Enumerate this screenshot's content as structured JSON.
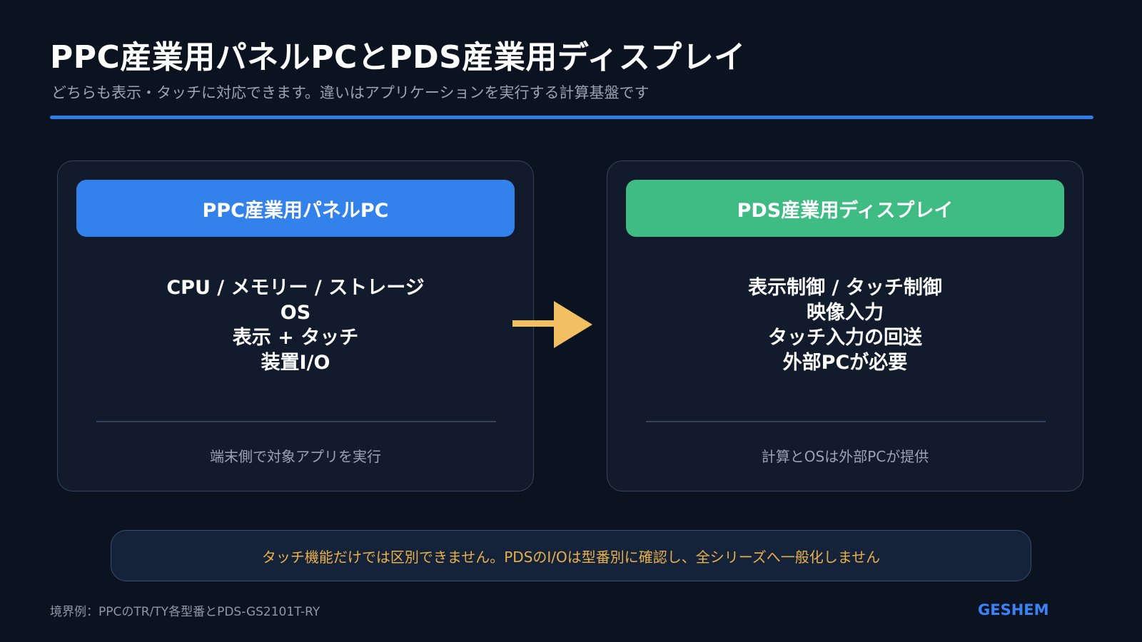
{
  "header": {
    "title": "PPC産業用パネルPCとPDS産業用ディスプレイ",
    "subtitle": "どちらも表示・タッチに対応できます。違いはアプリケーションを実行する計算基盤です"
  },
  "panels": [
    {
      "title": "PPC産業用パネルPC",
      "accent": "#3381ea",
      "features": [
        "CPU / メモリー / ストレージ",
        "OS",
        "表示 + タッチ",
        "装置I/O"
      ],
      "note": "端末側で対象アプリを実行"
    },
    {
      "title": "PDS産業用ディスプレイ",
      "accent": "#3ebc84",
      "features": [
        "表示制御 / タッチ制御",
        "映像入力",
        "タッチ入力の回送",
        "外部PCが必要"
      ],
      "note": "計算とOSは外部PCが提供"
    }
  ],
  "arrow": {
    "icon": "right-arrow-icon",
    "color": "#f2c063"
  },
  "callout": {
    "text": "タッチ機能だけでは区別できません。PDSのI/Oは型番別に確認し、全シリーズへ一般化しません",
    "color": "#e8b04a"
  },
  "footer": {
    "note": "境界例：PPCのTR/TY各型番とPDS-GS2101T-RY",
    "brand": "GESHEM",
    "brand_color": "#3b82f6"
  },
  "colors": {
    "background": "#0b1220",
    "rule": "#2f7de8",
    "panel_background": "#111b2c",
    "panel_border": "#34445c"
  }
}
